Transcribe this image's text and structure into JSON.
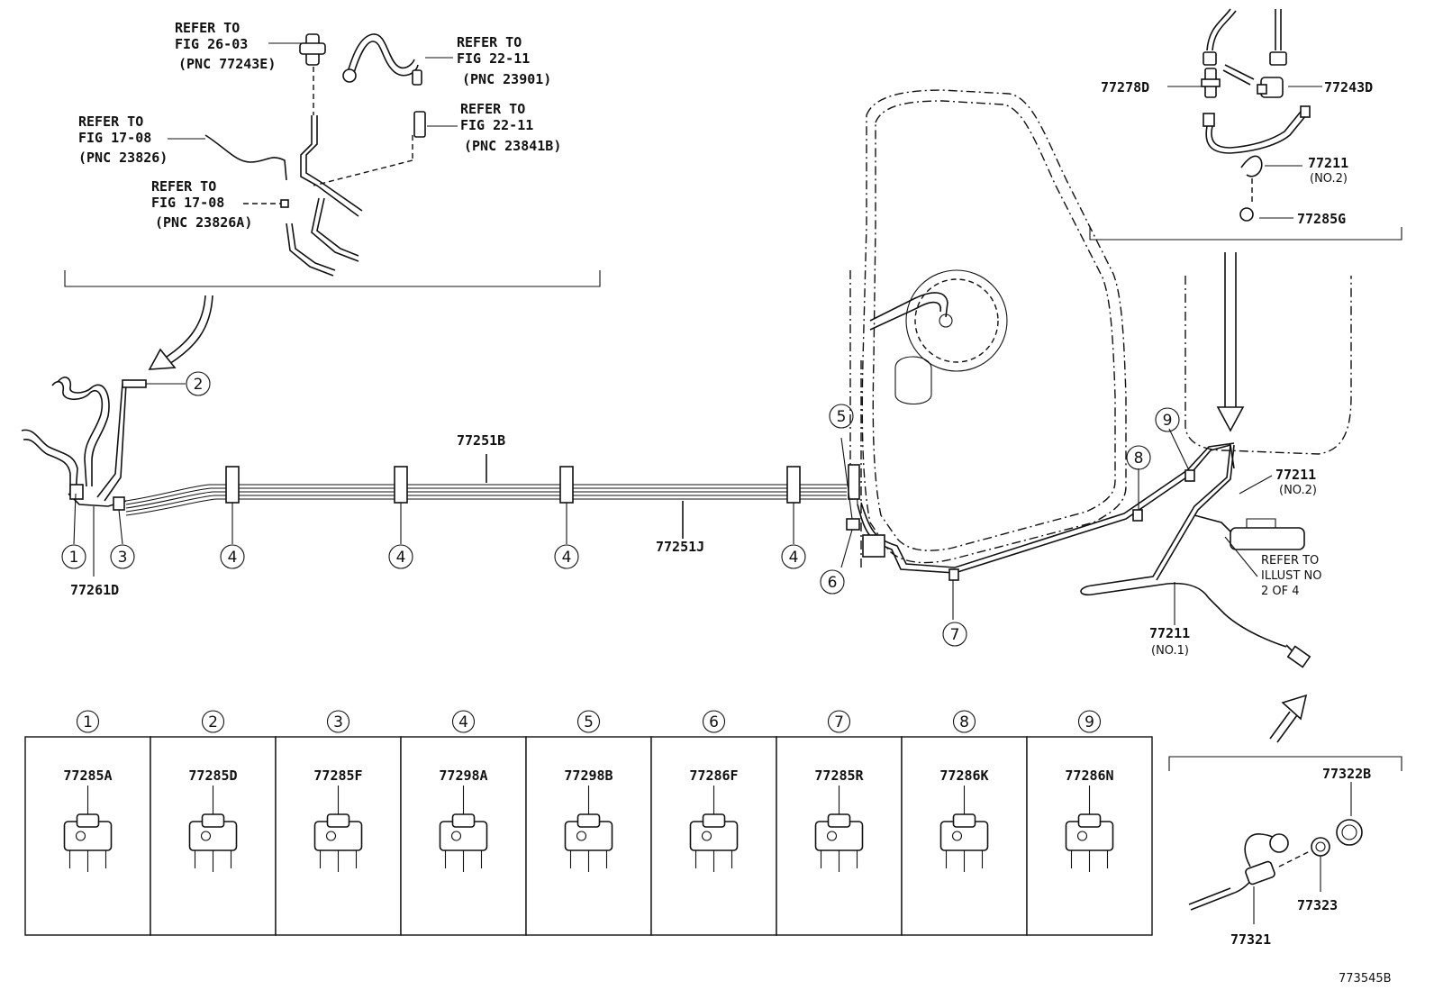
{
  "inset_top_left": {
    "ref_fig_26_03": [
      "REFER TO",
      "FIG 26-03",
      "(PNC 77243E)"
    ],
    "ref_fig_22_11_a": [
      "REFER TO",
      "FIG 22-11",
      "(PNC 23901)"
    ],
    "ref_fig_17_08_a": [
      "REFER TO",
      "FIG 17-08",
      "(PNC 23826)"
    ],
    "ref_fig_22_11_b": [
      "REFER TO",
      "FIG 22-11",
      "(PNC 23841B)"
    ],
    "ref_fig_17_08_b": [
      "REFER TO",
      "FIG 17-08",
      "(PNC 23826A)"
    ]
  },
  "inset_top_right": {
    "p77278d": "77278D",
    "p77243d": "77243D",
    "p77211_no2": "77211",
    "p77211_no2_sub": "(NO.2)",
    "p77285g": "77285G"
  },
  "main": {
    "p77251b": "77251B",
    "p77251j": "77251J",
    "p77261d": "77261D",
    "p77211_no2": "77211",
    "p77211_no2_sub": "(NO.2)",
    "p77211_no1": "77211",
    "p77211_no1_sub": "(NO.1)",
    "refer_illust": [
      "REFER TO",
      "ILLUST NO",
      "2 OF 4"
    ]
  },
  "callouts": [
    "1",
    "2",
    "3",
    "4",
    "5",
    "6",
    "7",
    "8",
    "9"
  ],
  "clip_table": [
    {
      "num": "1",
      "part": "77285A"
    },
    {
      "num": "2",
      "part": "77285D"
    },
    {
      "num": "3",
      "part": "77285F"
    },
    {
      "num": "4",
      "part": "77298A"
    },
    {
      "num": "5",
      "part": "77298B"
    },
    {
      "num": "6",
      "part": "77286F"
    },
    {
      "num": "7",
      "part": "77285R"
    },
    {
      "num": "8",
      "part": "77286K"
    },
    {
      "num": "9",
      "part": "77286N"
    }
  ],
  "inset_bottom_right": {
    "p77322b": "77322B",
    "p77323": "77323",
    "p77321": "77321"
  },
  "figure_id": "773545B"
}
